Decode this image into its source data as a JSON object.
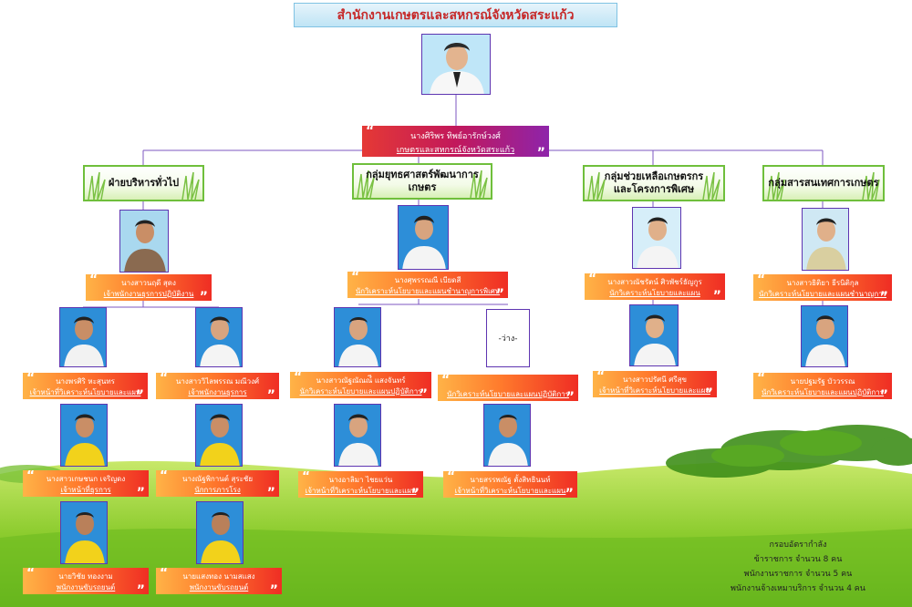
{
  "title": "สำนักงานเกษตรและสหกรณ์จังหวัดสระแก้ว",
  "chief": {
    "name": "นางศิริพร ทิพย์อารักษ์วงศ์",
    "position": "เกษตรและสหกรณ์จังหวัดสระแก้ว"
  },
  "departments": [
    {
      "label": "ฝ่ายบริหารทั่วไป"
    },
    {
      "label": "กลุ่มยุทธศาสตร์พัฒนาการเกษตร"
    },
    {
      "label": "กลุ่มช่วยเหลือเกษตรกรและโครงการพิเศษ"
    },
    {
      "label": "กลุ่มสารสนเทศการเกษตร"
    }
  ],
  "staff": [
    {
      "name": "นางสาวนฤดี สุดง",
      "position": "เจ้าพนักงานธุรการปฏิบัติงาน"
    },
    {
      "name": "นางพรศิริ หะสุนทร",
      "position": "เจ้าหน้าที่วิเคราะห์นโยบายและแผน"
    },
    {
      "name": "นางสาววิไลพรรณ มณีวงศ์",
      "position": "เจ้าพนักงานธุรการ"
    },
    {
      "name": "นางสาวเกษชนก เจริญดง",
      "position": "เจ้าหน้าที่ธุรการ"
    },
    {
      "name": "นางณัฐพิกานต์ สุระชัย",
      "position": "นักการภารโรง"
    },
    {
      "name": "นายวิชัย ทองงาม",
      "position": "พนักงานขับรถยนต์"
    },
    {
      "name": "นายแสงทอง นามสแสง",
      "position": "พนักงานขับรถยนต์"
    },
    {
      "name": "นางศุพรรณณี เบียดสี",
      "position": "นักวิเคราะห์นโยบายและแผนชำนาญการพิเศษ"
    },
    {
      "name": "นางสาวณัฐณัณณ์ี แสงจันทร์",
      "position": "นักวิเคราะห์นโยบายและแผนปฏิบัติการ"
    },
    {
      "name": "",
      "position": "นักวิเคราะห์นโยบายและแผนปฏิบัติการ"
    },
    {
      "name": "นางอาลิมา ไชยแว่น",
      "position": "เจ้าหน้าที่วิเคราะห์นโยบายและแผน"
    },
    {
      "name": "นายสรรพณัฐ ตั้งสิทธินนท์",
      "position": "เจ้าหน้าที่วิเคราะห์นโยบายและแผน"
    },
    {
      "name": "นางสาวณัชรัตน์ ศิวพัชร์ธัญกูร",
      "position": "นักวิเคราะห์นโยบายและแผน"
    },
    {
      "name": "นางสาวปรัศนี ศรีสุข",
      "position": "เจ้าหน้าที่วิเคราะห์นโยบายและแผน"
    },
    {
      "name": "นางสาวธิติยา ธีรนิติกุล",
      "position": "นักวิเคราะห์นโยบายและแผนชำนาญการ"
    },
    {
      "name": "นายปฐมรัฐ บัววรรณ",
      "position": "นักวิเคราะห์นโยบายและแผนปฏิบัติการ"
    }
  ],
  "vacant_label": "-ว่าง-",
  "summary": {
    "title": "กรอบอัตรากำลัง",
    "lines": [
      "ข้าราชการ จำนวน 8 คน",
      "พนักงานราชการ จำนวน 5 คน",
      "พนักงานจ้างเหมาบริการ จำนวน 4 คน"
    ]
  },
  "colors": {
    "connector": "#7e57c2",
    "photo_border": "#5e35b1",
    "name_start": "#ffb347",
    "name_end": "#ef2d24",
    "chief_end": "#8e24aa",
    "dept_border": "#6fbf3b",
    "title_text": "#c62828"
  }
}
